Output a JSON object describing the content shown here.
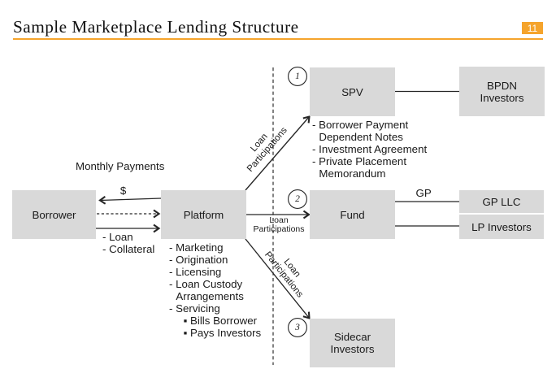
{
  "colors": {
    "accent_orange": "#F5A42C",
    "box_fill": "#d9d9d9",
    "line": "#262626",
    "text": "#1a1a1a"
  },
  "header": {
    "title": "Sample Marketplace Lending Structure",
    "page_number": "11"
  },
  "nodes": {
    "borrower": {
      "label": "Borrower"
    },
    "platform": {
      "label": "Platform"
    },
    "spv": {
      "label": "SPV"
    },
    "bpdn_investors": {
      "label": "BPDN\nInvestors"
    },
    "fund": {
      "label": "Fund"
    },
    "gp_llc": {
      "label": "GP LLC"
    },
    "lp_investors": {
      "label": "LP Investors"
    },
    "sidecar_investors": {
      "label": "Sidecar\nInvestors"
    }
  },
  "edge_labels": {
    "monthly_payments": "Monthly Payments",
    "dollar": "$",
    "loan_collateral": "- Loan\n- Collateral",
    "loan_participations_to_spv": "Loan\nParticipations",
    "loan_participations_to_fund": "Loan\nParticipations",
    "loan_participations_to_sidecar": "Loan\nParticipations",
    "gp": "GP"
  },
  "steps": {
    "one": "1",
    "two": "2",
    "three": "3"
  },
  "lists": {
    "spv_documents": [
      {
        "text": "- Borrower Payment",
        "indent": 0
      },
      {
        "text": "Dependent Notes",
        "indent": 1
      },
      {
        "text": "- Investment Agreement",
        "indent": 0
      },
      {
        "text": "- Private Placement",
        "indent": 0
      },
      {
        "text": "Memorandum",
        "indent": 1
      }
    ],
    "platform_functions": [
      {
        "text": "- Marketing",
        "indent": 0
      },
      {
        "text": "- Origination",
        "indent": 0
      },
      {
        "text": "- Licensing",
        "indent": 0
      },
      {
        "text": "- Loan Custody",
        "indent": 0
      },
      {
        "text": "Arrangements",
        "indent": 1
      },
      {
        "text": "- Servicing",
        "indent": 0
      },
      {
        "text": "▪ Bills Borrower",
        "indent": 2
      },
      {
        "text": "▪ Pays Investors",
        "indent": 2
      }
    ]
  }
}
